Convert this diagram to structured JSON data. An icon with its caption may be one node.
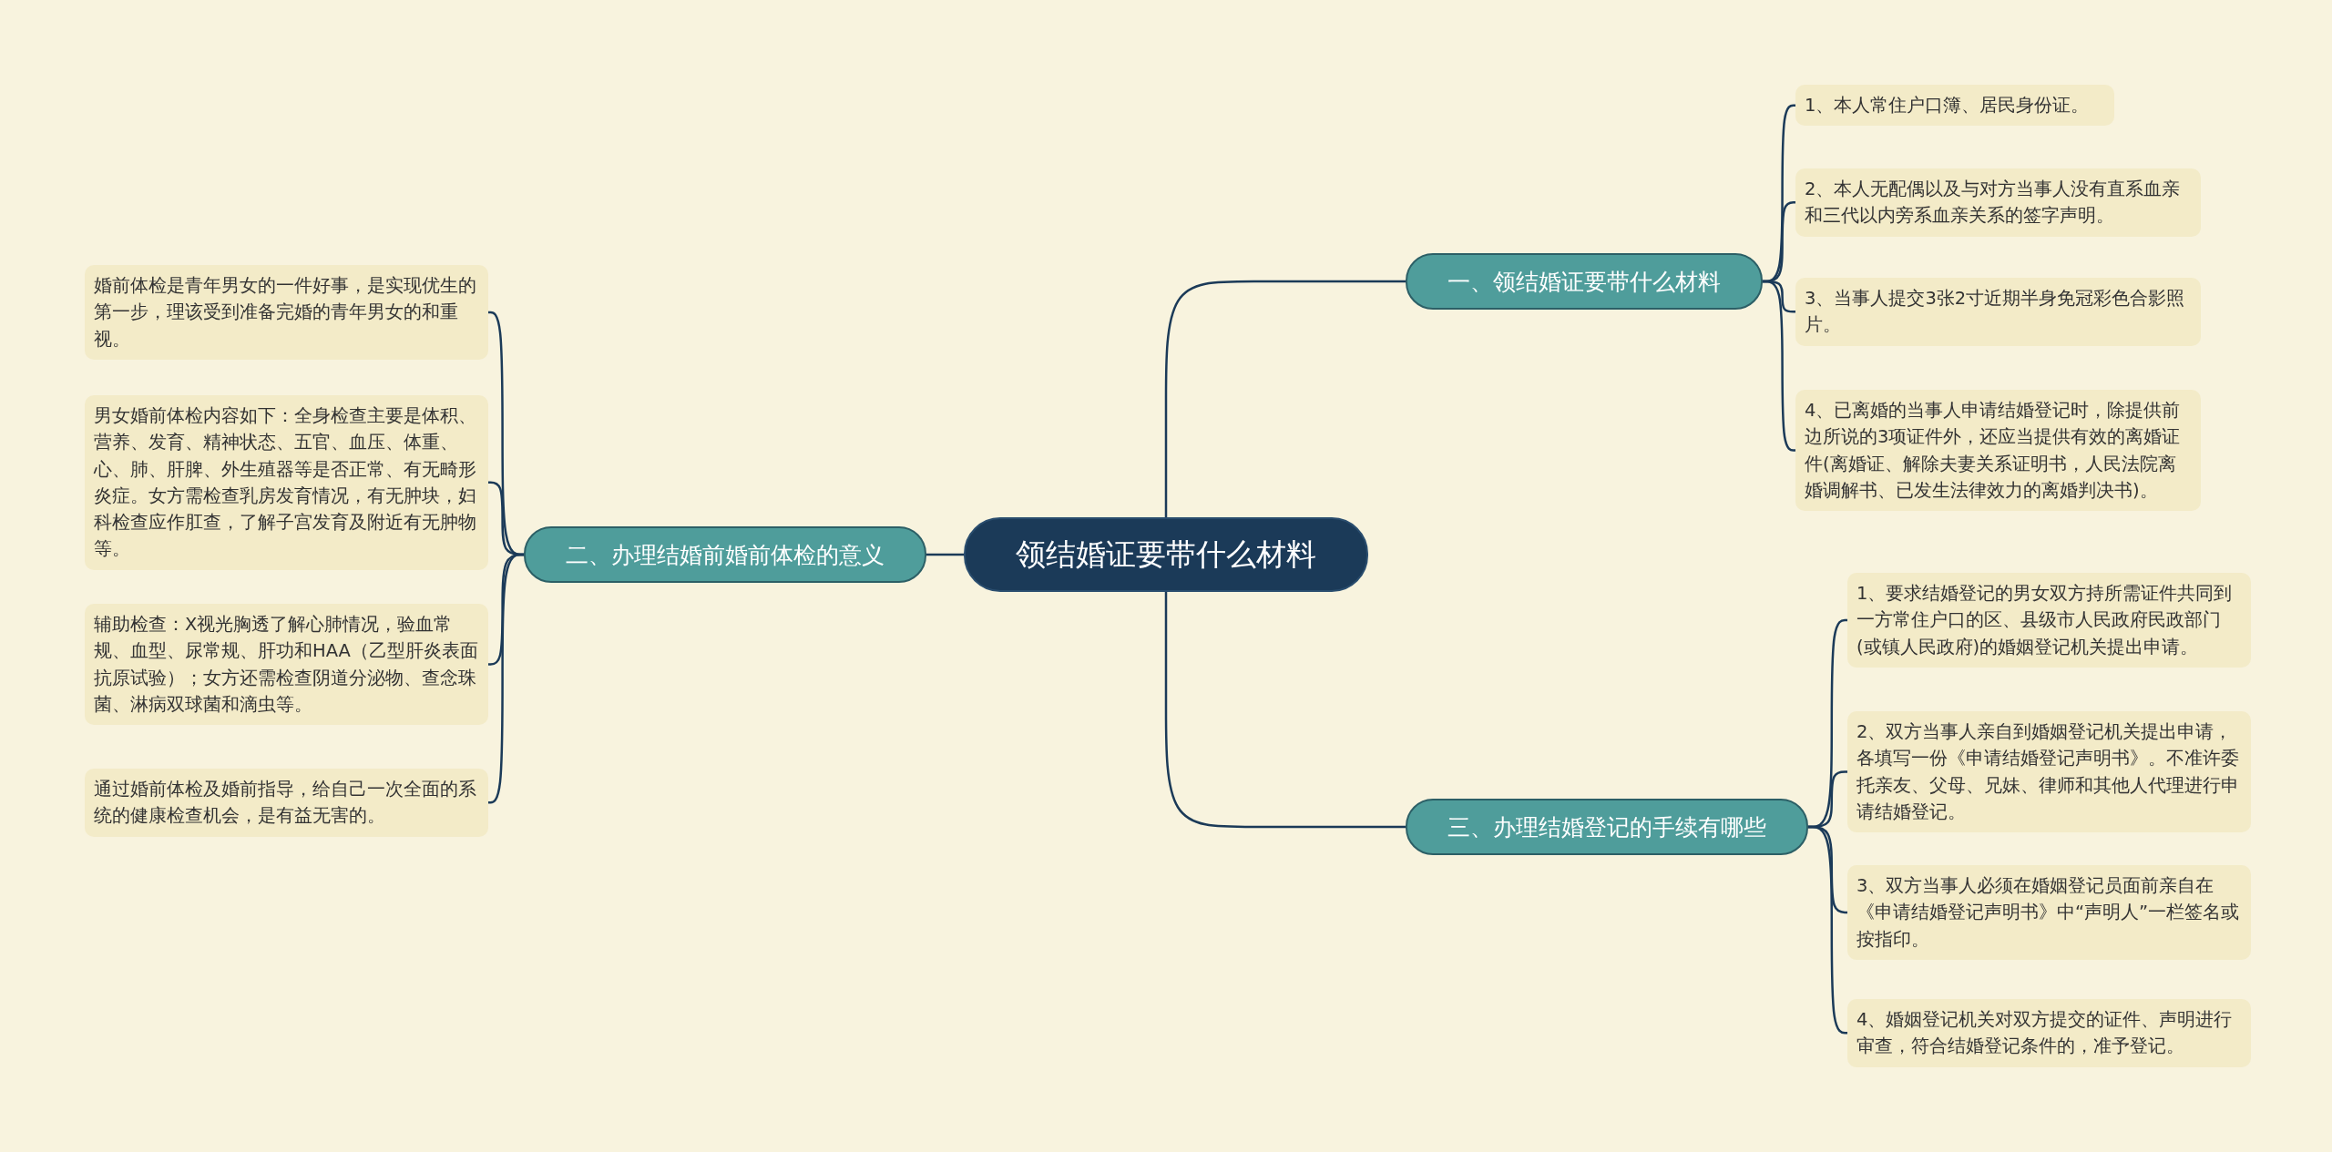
{
  "diagram": {
    "nodes": [
      {
        "text": [
          "领结婚证要带什么材料"
        ]
      },
      {
        "text": [
          "一、领结婚证要带什么材料"
        ]
      },
      {
        "text": [
          "1、本人常住户口簿、居民身份证。"
        ]
      },
      {
        "text": [
          "2、本人无配偶以及与对方当事人没有直系血亲和三代以内旁系血亲关系的签字声明。"
        ]
      },
      {
        "text": [
          "3、当事人提交3张2寸近期半身免冠彩色合影照片。"
        ]
      },
      {
        "text": [
          "4、已离婚的当事人申请结婚登记时，除提供前边所说的3项证件外，还应当提供有效的离婚证件(离婚证、解除夫妻关系证明书，人民法院离婚调解书、已发生法律效力的离婚判决书)。"
        ]
      },
      {
        "text": [
          "二、办理结婚前婚前体检的意义"
        ]
      },
      {
        "text": [
          "婚前体检是青年男女的一件好事，是实现优生的第一步，理该受到准备完婚的青年男女的和重视。"
        ]
      },
      {
        "text": [
          "男女婚前体检内容如下：全身检查主要是体积、营养、发育、精神状态、五官、血压、体重、心、肺、肝脾、外生殖器等是否正常、有无畸形炎症。女方需检查乳房发育情况，有无肿块，妇科检查应作肛查，了解子宫发育及附近有无肿物等。"
        ]
      },
      {
        "text": [
          "辅助检查：X视光胸透了解心肺情况，验血常规、血型、尿常规、肝功和HAA（乙型肝炎表面抗原试验）；女方还需检查阴道分泌物、查念珠菌、淋病双球菌和滴虫等。"
        ]
      },
      {
        "text": [
          "通过婚前体检及婚前指导，给自己一次全面的系统的健康检查机会，是有益无害的。"
        ]
      },
      {
        "text": [
          "三、办理结婚登记的手续有哪些"
        ]
      },
      {
        "text": [
          "1、要求结婚登记的男女双方持所需证件共同到一方常住户口的区、县级市人民政府民政部门(或镇人民政府)的婚姻登记机关提出申请。"
        ]
      },
      {
        "text": [
          "2、双方当事人亲自到婚姻登记机关提出申请，各填写一份《申请结婚登记声明书》。不准许委托亲友、父母、兄妹、律师和其他人代理进行申请结婚登记。"
        ]
      },
      {
        "text": [
          "3、双方当事人必须在婚姻登记员面前亲自在《申请结婚登记声明书》中“声明人”一栏签名或按指印。"
        ]
      },
      {
        "text": [
          "4、婚姻登记机关对双方提交的证件、声明进行审查，符合结婚登记条件的，准予登记。"
        ]
      }
    ],
    "edges": [
      {
        "from": 0,
        "to": 1,
        "arrow": "none"
      },
      {
        "from": 1,
        "to": 2,
        "arrow": "none"
      },
      {
        "from": 1,
        "to": 3,
        "arrow": "none"
      },
      {
        "from": 1,
        "to": 4,
        "arrow": "none"
      },
      {
        "from": 1,
        "to": 5,
        "arrow": "none"
      },
      {
        "from": 0,
        "to": 6,
        "arrow": "none"
      },
      {
        "from": 6,
        "to": 7,
        "arrow": "none"
      },
      {
        "from": 6,
        "to": 8,
        "arrow": "none"
      },
      {
        "from": 6,
        "to": 9,
        "arrow": "none"
      },
      {
        "from": 6,
        "to": 10,
        "arrow": "none"
      },
      {
        "from": 0,
        "to": 11,
        "arrow": "none"
      },
      {
        "from": 11,
        "to": 12,
        "arrow": "none"
      },
      {
        "from": 11,
        "to": 13,
        "arrow": "none"
      },
      {
        "from": 11,
        "to": 14,
        "arrow": "none"
      },
      {
        "from": 11,
        "to": 15,
        "arrow": "none"
      }
    ]
  }
}
